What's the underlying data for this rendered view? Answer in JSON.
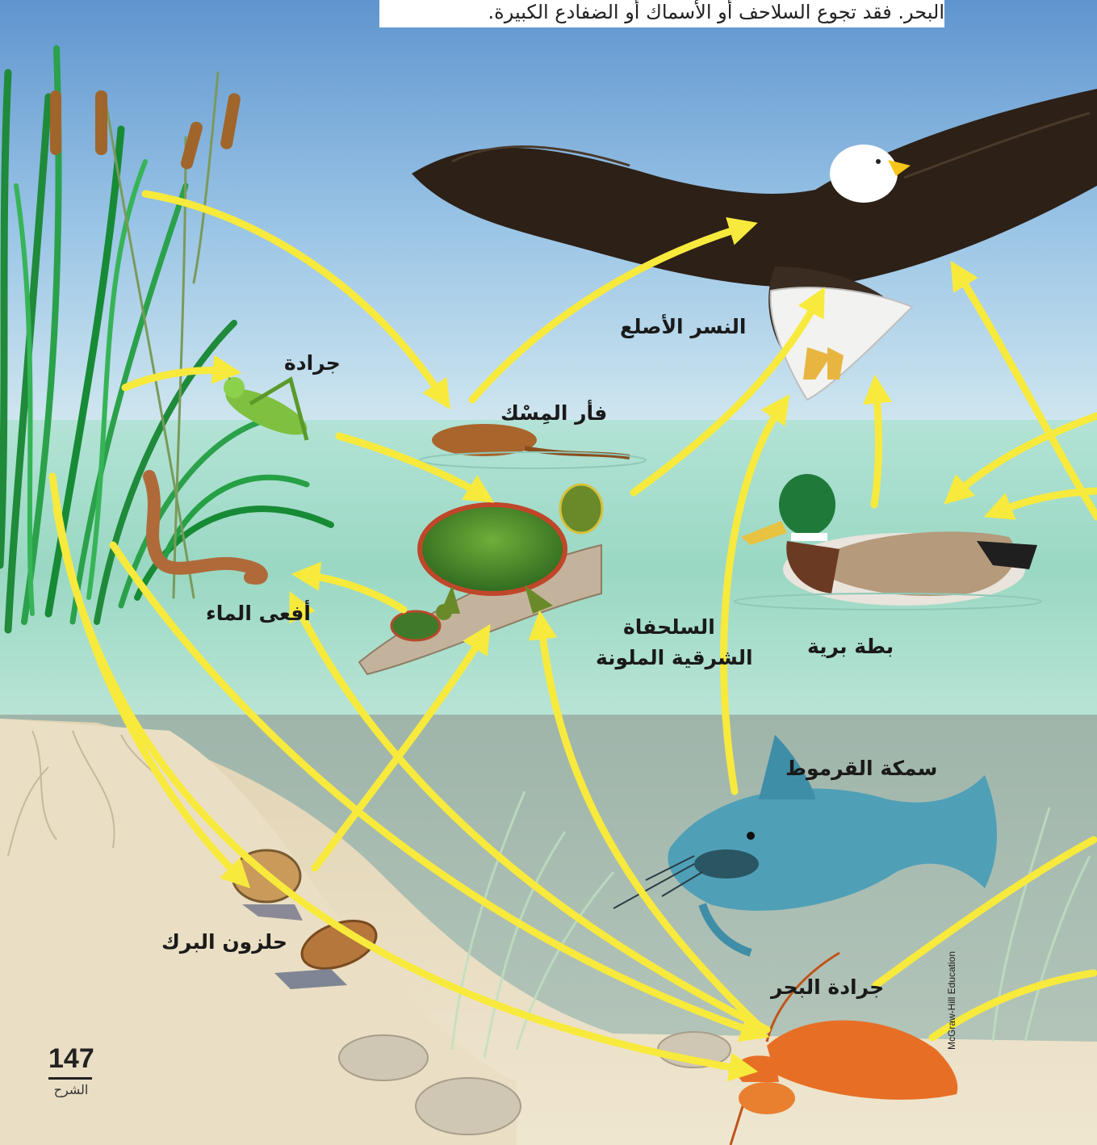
{
  "caption": "البحر. فقد تجوع السلاحف أو الأسماك أو الضفادع الكبيرة.",
  "labels": {
    "eagle": "النسر الأصلع",
    "grasshopper": "جرادة",
    "muskrat": "فأر المِسْك",
    "water_snake": "أفعى الماء",
    "turtle_line1": "السلحفاة",
    "turtle_line2": "الشرقية الملونة",
    "duck": "بطة برية",
    "catfish": "سمكة القرموط",
    "snail": "حلزون البرك",
    "crayfish": "جرادة البحر"
  },
  "page": {
    "number": "147",
    "section": "الشرح"
  },
  "credit": "McGraw-Hill Education",
  "colors": {
    "arrow": "#f8ea3c",
    "sky": "#9cc4e4",
    "water": "#a4dccb",
    "sand": "#e8dcc0"
  }
}
